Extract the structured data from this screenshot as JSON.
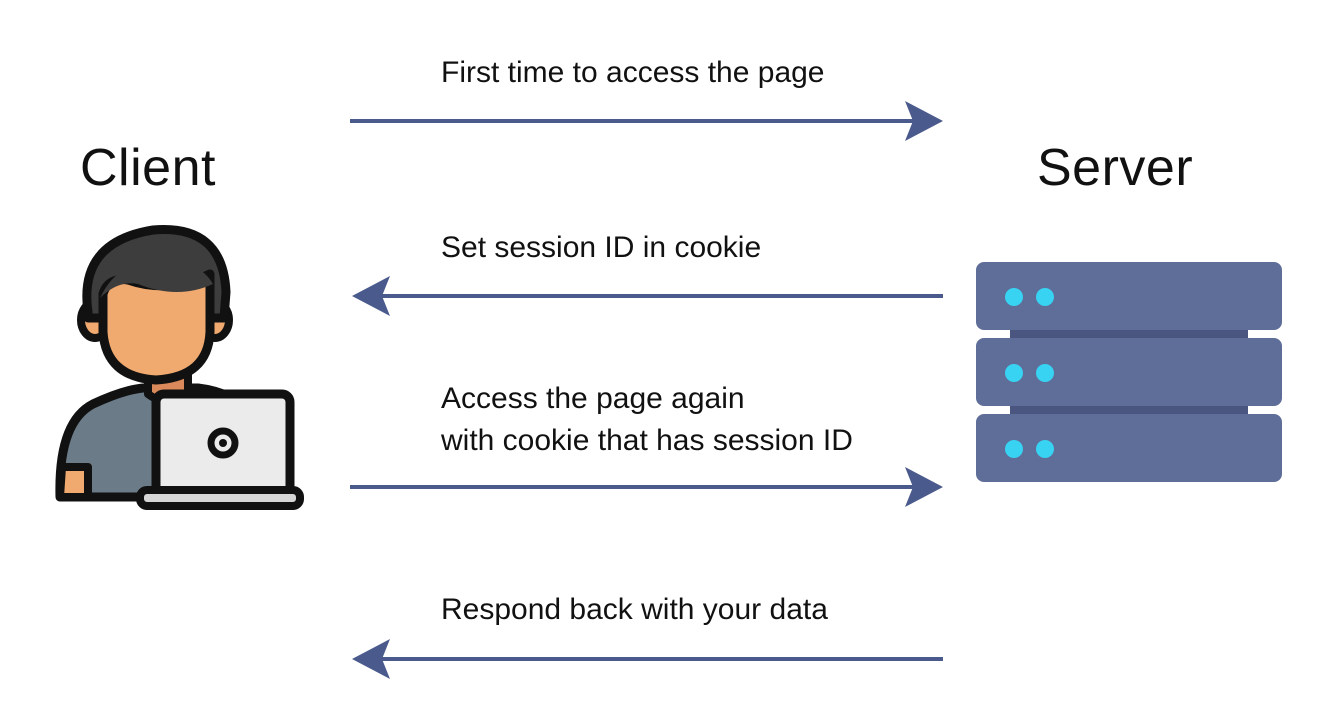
{
  "client": {
    "title": "Client",
    "icon": "person-with-laptop-icon"
  },
  "server": {
    "title": "Server",
    "icon": "server-rack-icon",
    "unit_count": 3
  },
  "messages": [
    {
      "lines": [
        "First time to access the page"
      ],
      "direction": "client-to-server"
    },
    {
      "lines": [
        "Set session ID in cookie"
      ],
      "direction": "server-to-client"
    },
    {
      "lines": [
        "Access the page again",
        "with cookie that has session ID"
      ],
      "direction": "client-to-server"
    },
    {
      "lines": [
        "Respond back with your data"
      ],
      "direction": "server-to-client"
    }
  ],
  "colors": {
    "arrow": "#4a5a8c",
    "server_body": "#5f6e99",
    "server_gap": "#4a5580",
    "server_led": "#38d2f2",
    "skin": "#f0a96e",
    "skin_shade": "#d9895a",
    "hair": "#3d3d3d",
    "shirt": "#6b7c88",
    "laptop": "#ebebeb",
    "outline": "#111111"
  }
}
